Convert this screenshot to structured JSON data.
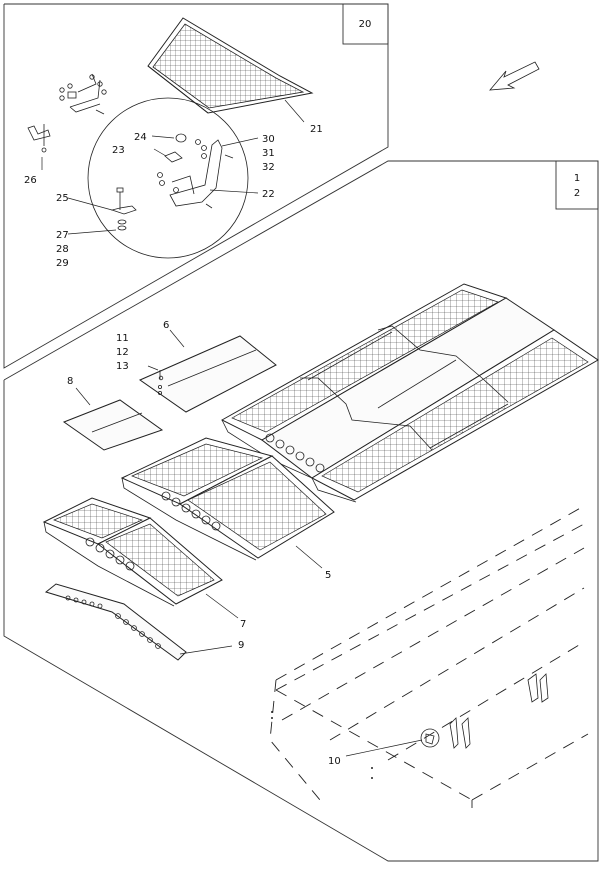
{
  "box_20": "20",
  "box_1": "1",
  "box_2": "2",
  "callouts": {
    "c21": "21",
    "c24": "24",
    "c23": "23",
    "c30": "30",
    "c31": "31",
    "c32": "32",
    "c26": "26",
    "c22": "22",
    "c25": "25",
    "c27": "27",
    "c28": "28",
    "c29": "29",
    "c6": "6",
    "c11": "11",
    "c12": "12",
    "c13": "13",
    "c8": "8",
    "c5": "5",
    "c7": "7",
    "c9": "9",
    "c10": "10"
  },
  "direction_arrow": "arrow-down-left-icon"
}
